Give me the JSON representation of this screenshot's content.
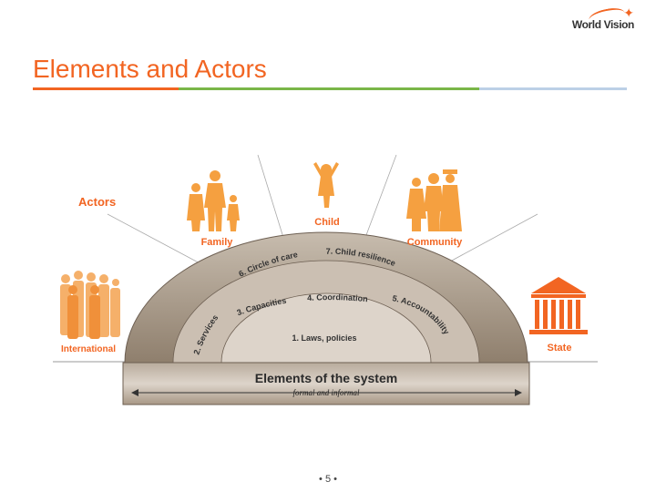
{
  "brand": {
    "name": "World Vision",
    "accent": "#f26522"
  },
  "slide": {
    "title": "Elements and Actors",
    "page_label": "• 5 •"
  },
  "actors": {
    "heading": "Actors",
    "child": "Child",
    "family": "Family",
    "community": "Community",
    "international": "International",
    "state": "State"
  },
  "arch": {
    "circle_of_care": "6. Circle of care",
    "child_resilience": "7. Child resilience",
    "capacities": "3. Capacities",
    "coordination": "4. Coordination",
    "services": "2. Services",
    "accountability": "5. Accountability",
    "laws": "1. Laws, policies"
  },
  "base": {
    "title": "Elements of the system",
    "subtitle": "formal and informal"
  },
  "colors": {
    "figure": "#f0a04b",
    "arch_outer": "#a89886",
    "arch_mid": "#c2b5a6",
    "arch_inner": "#d9cfc4",
    "label": "#f26522"
  }
}
